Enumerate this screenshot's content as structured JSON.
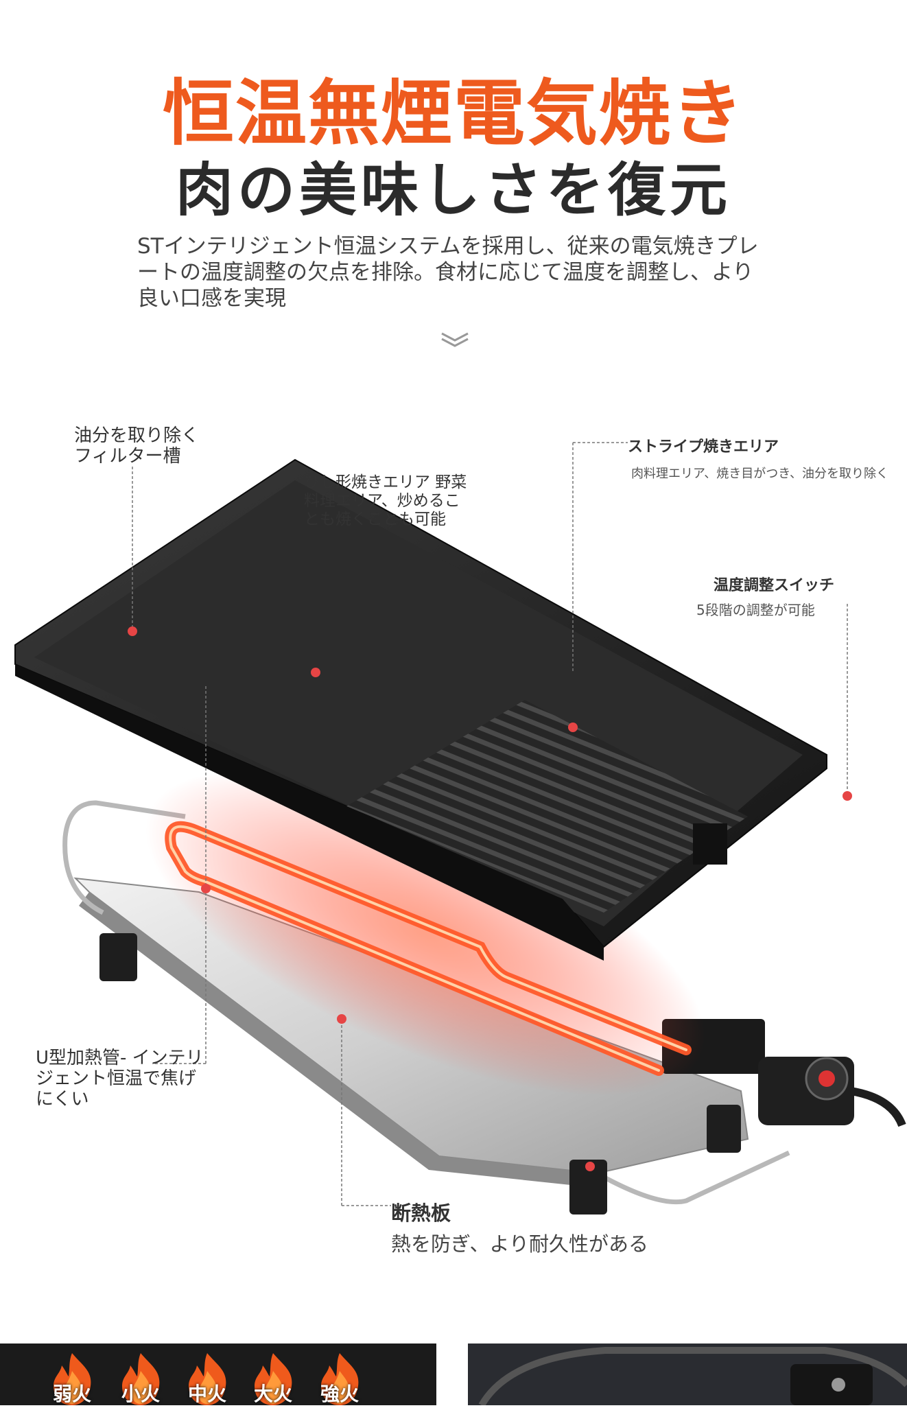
{
  "header": {
    "title": "恒温無煙電気焼き",
    "subtitle": "肉の美味しさを復元",
    "description": "STインテリジェント恒温システムを採用し、従来の電気焼きプレートの温度調整の欠点を排除。食材に応じて温度を調整し、より良い口感を実現"
  },
  "colors": {
    "accent": "#ee5a1e",
    "dark": "#2b2b2b",
    "dot": "#e64545"
  },
  "callouts": {
    "filter": "油分を取り除くフィルター槽",
    "diamond": "ひし形焼きエリア 野菜料理エリア、炒めることも焼くことも可能",
    "stripe_title": "ストライプ焼きエリア",
    "stripe_desc": "肉料理エリア、焼き目がつき、油分を取り除く",
    "switch_title": "温度調整スイッチ",
    "switch_desc": "5段階の調整が可能",
    "heater": "U型加熱管- インテリジェント恒温で焦げにくい",
    "insulation_title": "断熱板",
    "insulation_desc": "熱を防ぎ、より耐久性がある"
  },
  "heat_levels": [
    {
      "label": "弱火"
    },
    {
      "label": "小火"
    },
    {
      "label": "中火"
    },
    {
      "label": "大火"
    },
    {
      "label": "強火"
    }
  ]
}
